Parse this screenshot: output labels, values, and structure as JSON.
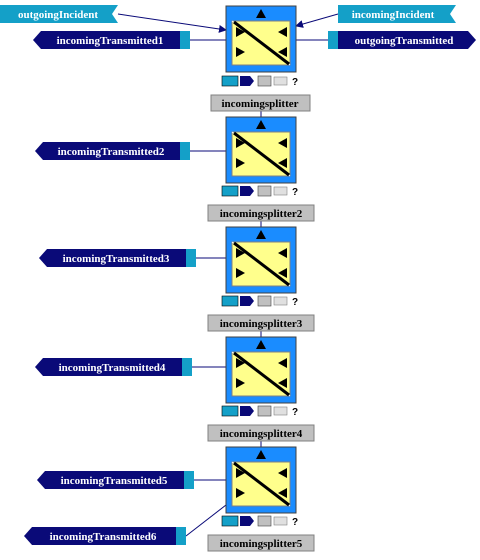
{
  "colors": {
    "outgoing_tag": "#0a0a78",
    "incoming_tag": "#14a0c8",
    "connector": "#0a0a78",
    "splitter_blue": "#1a8cff",
    "splitter_yellow": "#ffff8c",
    "label_bg": "#c0c0c0"
  },
  "top_tags": {
    "outgoing_incident": "outgoingIncident",
    "incoming_incident": "incomingIncident",
    "outgoing_transmitted": "outgoingTransmitted"
  },
  "splitters": [
    {
      "name": "incomingsplitter",
      "output": "incomingTransmitted1"
    },
    {
      "name": "incomingsplitter2",
      "output": "incomingTransmitted2"
    },
    {
      "name": "incomingsplitter3",
      "output": "incomingTransmitted3"
    },
    {
      "name": "incomingsplitter4",
      "output": "incomingTransmitted4"
    },
    {
      "name": "incomingsplitter5",
      "output": "incomingTransmitted5"
    }
  ],
  "extra_output": "incomingTransmitted6",
  "toolbar_help": "?"
}
